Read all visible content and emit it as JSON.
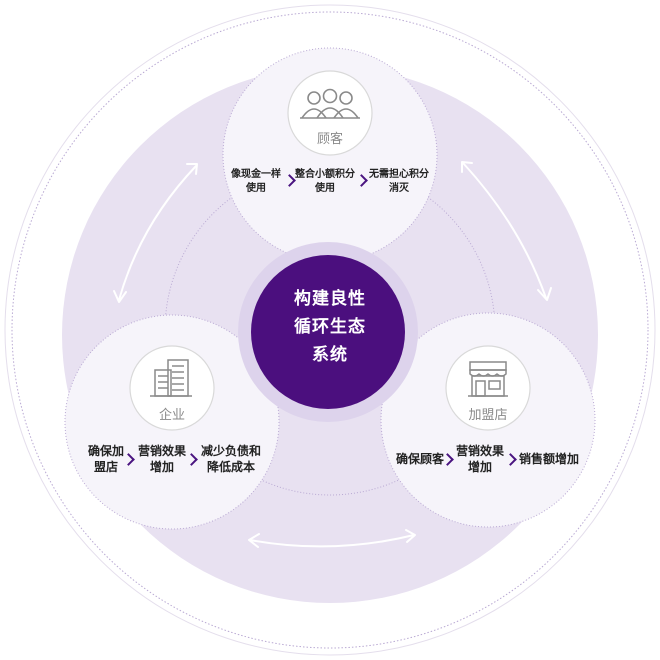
{
  "center": {
    "lines": [
      "构建良性",
      "循环生态",
      "系统"
    ]
  },
  "nodes": {
    "customer": {
      "label": "顾客",
      "icon": "people-group-icon",
      "steps": [
        [
          "像现金一样",
          "使用"
        ],
        [
          "整合小额积分",
          "使用"
        ],
        [
          "无需担心积分",
          "消灭"
        ]
      ]
    },
    "enterprise": {
      "label": "企业",
      "icon": "office-buildings-icon",
      "steps": [
        [
          "确保加",
          "盟店"
        ],
        [
          "营销效果",
          "增加"
        ],
        [
          "减少负债和",
          "降低成本"
        ]
      ]
    },
    "franchise": {
      "label": "加盟店",
      "icon": "storefront-icon",
      "steps": [
        [
          "确保顾客"
        ],
        [
          "营销效果",
          "增加"
        ],
        [
          "销售额增加"
        ]
      ]
    }
  },
  "colors": {
    "center_fill": "#4b0f7e",
    "center_halo": "#ddd3ec",
    "ring_fill": "#e8e1f1",
    "outer_ring_stroke": "#cfc6df",
    "node_fill": "#f6f4fa",
    "chevron": "#4a1480"
  }
}
